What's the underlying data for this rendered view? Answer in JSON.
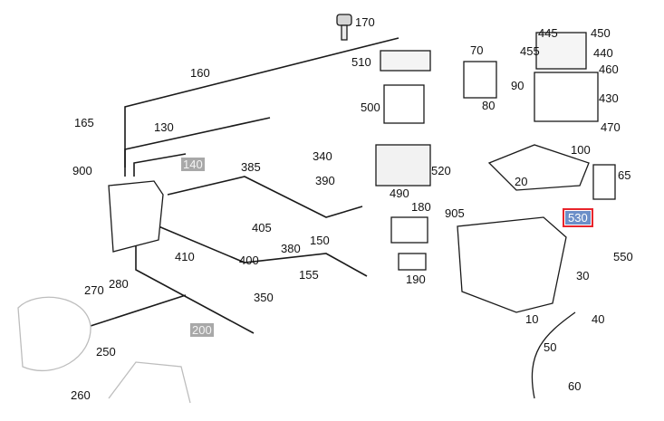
{
  "diagram": {
    "accent_color": "#e8242b",
    "selected_fill": "#6c8fc8",
    "shaded_fill": "#a8a8a8",
    "callouts": [
      {
        "id": "170",
        "label": "170"
      },
      {
        "id": "160",
        "label": "160"
      },
      {
        "id": "130",
        "label": "130"
      },
      {
        "id": "165",
        "label": "165"
      },
      {
        "id": "140",
        "label": "140",
        "state": "shaded"
      },
      {
        "id": "900",
        "label": "900"
      },
      {
        "id": "385",
        "label": "385"
      },
      {
        "id": "510",
        "label": "510"
      },
      {
        "id": "500",
        "label": "500"
      },
      {
        "id": "340",
        "label": "340"
      },
      {
        "id": "390",
        "label": "390"
      },
      {
        "id": "520",
        "label": "520"
      },
      {
        "id": "490",
        "label": "490"
      },
      {
        "id": "405",
        "label": "405"
      },
      {
        "id": "400",
        "label": "400"
      },
      {
        "id": "380",
        "label": "380"
      },
      {
        "id": "150",
        "label": "150"
      },
      {
        "id": "180",
        "label": "180"
      },
      {
        "id": "190",
        "label": "190"
      },
      {
        "id": "410",
        "label": "410"
      },
      {
        "id": "155",
        "label": "155"
      },
      {
        "id": "270",
        "label": "270"
      },
      {
        "id": "280",
        "label": "280"
      },
      {
        "id": "350",
        "label": "350"
      },
      {
        "id": "200",
        "label": "200",
        "state": "shaded"
      },
      {
        "id": "250",
        "label": "250"
      },
      {
        "id": "260",
        "label": "260"
      },
      {
        "id": "445",
        "label": "445"
      },
      {
        "id": "450",
        "label": "450"
      },
      {
        "id": "455",
        "label": "455"
      },
      {
        "id": "440",
        "label": "440"
      },
      {
        "id": "70",
        "label": "70"
      },
      {
        "id": "460",
        "label": "460"
      },
      {
        "id": "90",
        "label": "90"
      },
      {
        "id": "430",
        "label": "430"
      },
      {
        "id": "80",
        "label": "80"
      },
      {
        "id": "470",
        "label": "470"
      },
      {
        "id": "100",
        "label": "100"
      },
      {
        "id": "20",
        "label": "20"
      },
      {
        "id": "65",
        "label": "65"
      },
      {
        "id": "905",
        "label": "905"
      },
      {
        "id": "530",
        "label": "530",
        "state": "selected"
      },
      {
        "id": "550",
        "label": "550"
      },
      {
        "id": "30",
        "label": "30"
      },
      {
        "id": "40",
        "label": "40"
      },
      {
        "id": "10",
        "label": "10"
      },
      {
        "id": "50",
        "label": "50"
      },
      {
        "id": "60",
        "label": "60"
      }
    ]
  }
}
